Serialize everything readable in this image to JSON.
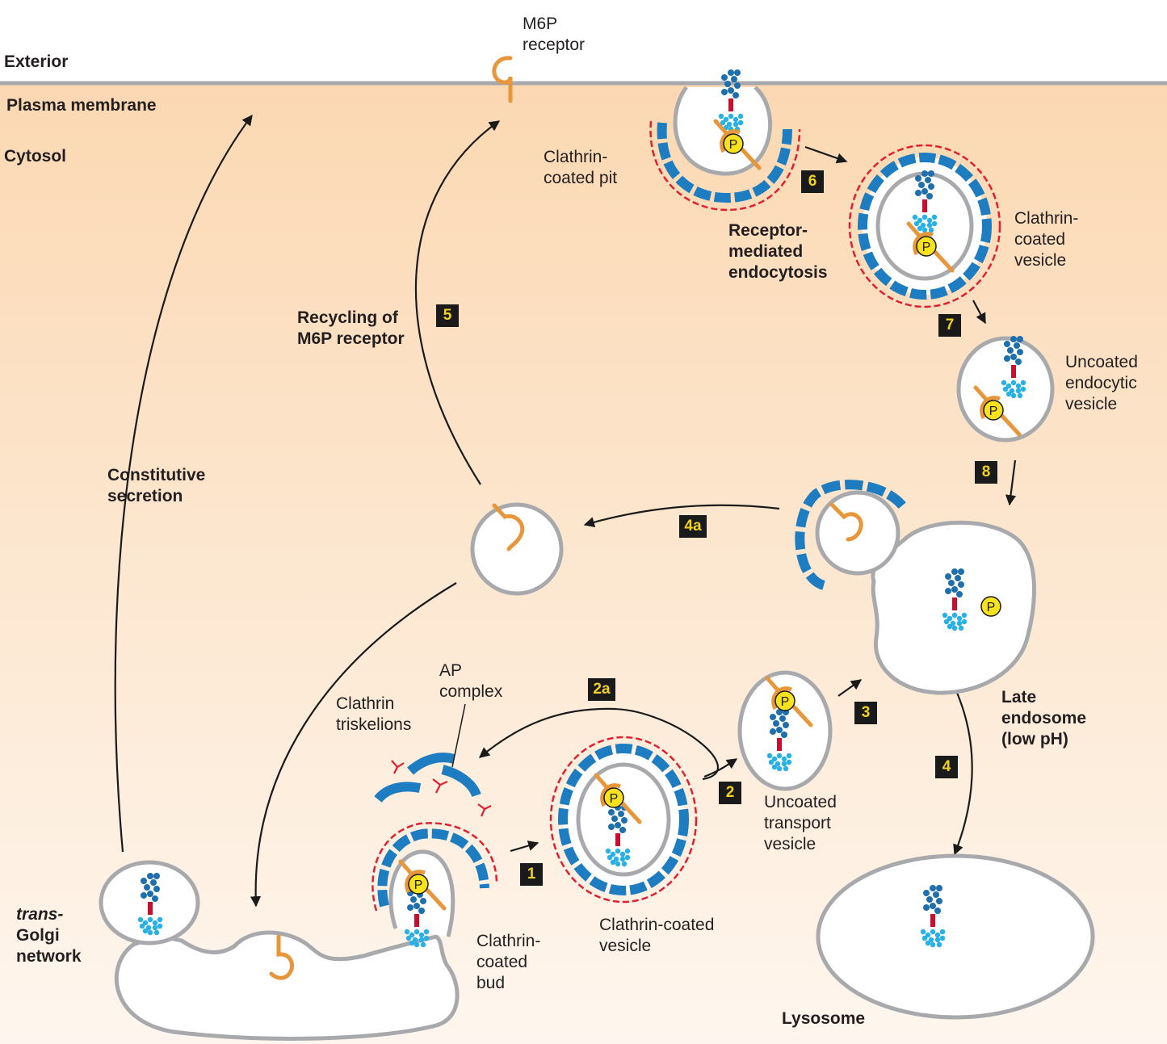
{
  "regions": {
    "exterior": "Exterior",
    "plasma_membrane": "Plasma membrane",
    "cytosol": "Cytosol",
    "golgi_prefix": "trans-",
    "golgi_rest": "Golgi\nnetwork"
  },
  "labels": {
    "m6p_receptor": "M6P\nreceptor",
    "clathrin_coated_pit": "Clathrin-\ncoated pit",
    "receptor_mediated": "Receptor-\nmediated\nendocytosis",
    "clathrin_coated_vesicle_top": "Clathrin-\ncoated\nvesicle",
    "uncoated_endocytic": "Uncoated\nendocytic\nvesicle",
    "recycling": "Recycling of\nM6P receptor",
    "constitutive": "Constitutive\nsecretion",
    "late_endosome": "Late\nendosome\n(low pH)",
    "ap_complex": "AP\ncomplex",
    "clathrin_triskelions": "Clathrin\ntriskelions",
    "uncoated_transport": "Uncoated\ntransport\nvesicle",
    "clathrin_coated_vesicle_bottom": "Clathrin-coated\nvesicle",
    "clathrin_coated_bud": "Clathrin-\ncoated\nbud",
    "lysosome": "Lysosome",
    "phosphate": "P"
  },
  "steps": [
    "1",
    "2",
    "2a",
    "3",
    "4",
    "4a",
    "5",
    "6",
    "7",
    "8"
  ],
  "colors": {
    "background_top": "#ffffff",
    "cytosol_gradient_top": "#fbd8b2",
    "cytosol_gradient_bottom": "#fef6ee",
    "membrane": "#a7a9ac",
    "clathrin_coat": "#1e7cc1",
    "triskelion": "#e02031",
    "receptor": "#e8963a",
    "phosphate_fill": "#f7e21b",
    "glycan_dark": "#1e6fae",
    "glycan_light": "#27b1e6",
    "peptide": "#c8102e",
    "step_badge": "#1a1a1a",
    "step_text": "#f2d21b"
  }
}
